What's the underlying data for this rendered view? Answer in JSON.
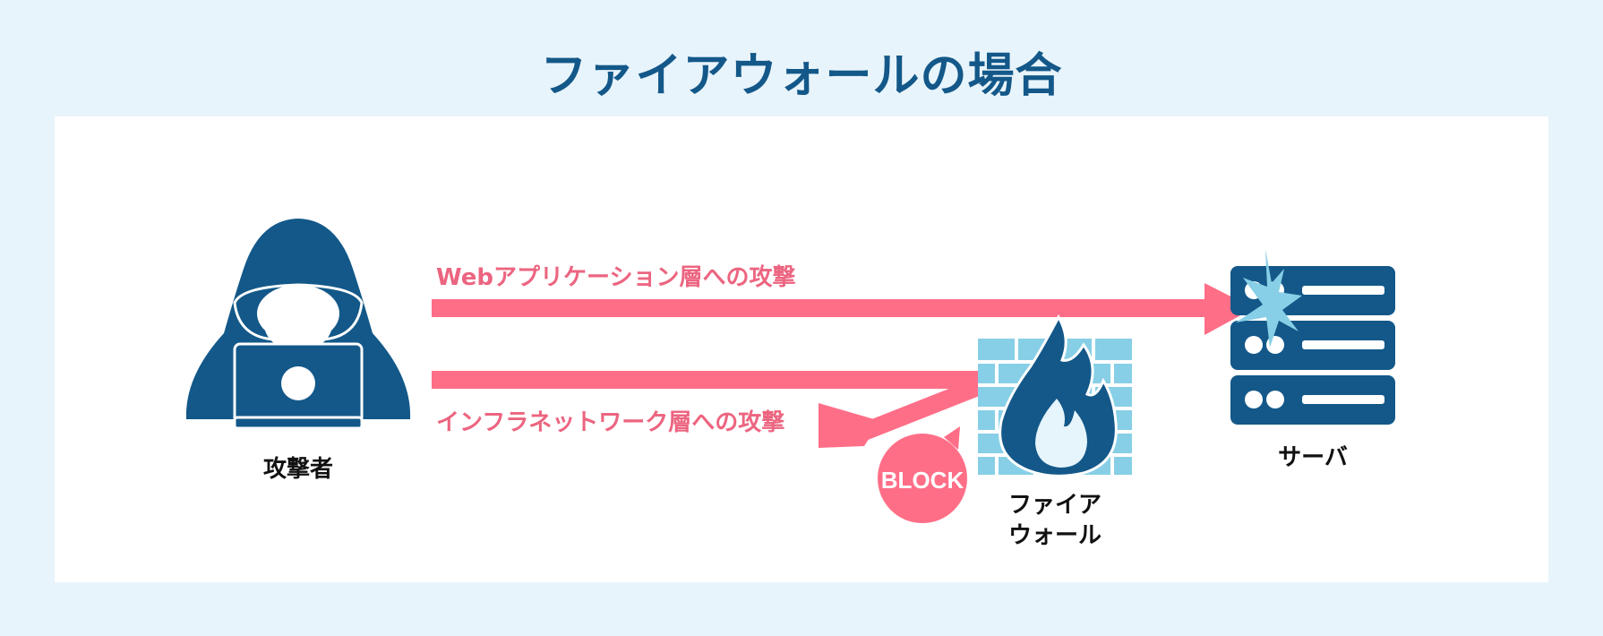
{
  "title": "ファイアウォールの場合",
  "nodes": {
    "attacker": "攻撃者",
    "server": "サーバ",
    "firewall_line1": "ファイア",
    "firewall_line2": "ウォール"
  },
  "attacks": {
    "web": "Webアプリケーション層への攻撃",
    "infra": "インフラネットワーク層への攻撃"
  },
  "block_label": "BLOCK",
  "colors": {
    "dark_blue": "#135889",
    "pink": "#ff6e87",
    "pink_text": "#ec6580",
    "light_blue": "#87cfe6",
    "background": "#e8f4fb"
  }
}
